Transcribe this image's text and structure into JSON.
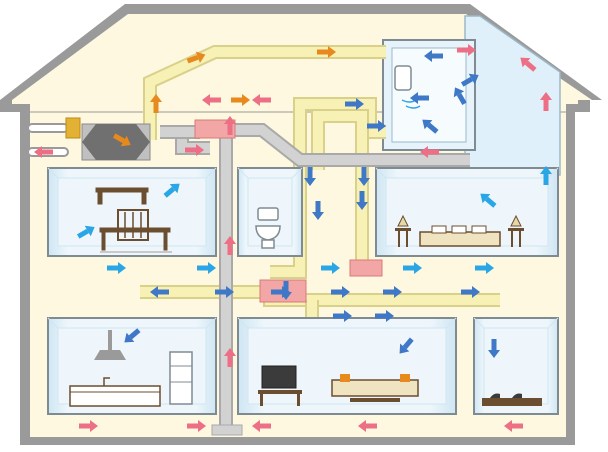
{
  "diagram": {
    "colors": {
      "background": "#ffffff",
      "house_fill": "#fdf8df",
      "house_outline": "#9a9a9a",
      "room_fill": "#eef6fb",
      "room_edge": "#cfe6f3",
      "room_outline": "#7f8b93",
      "upper_room_fill": "#dff0fa",
      "duct_supply": "#f7f1b5",
      "duct_supply_edge": "#d9d08a",
      "duct_exhaust": "#d2d2d2",
      "duct_exhaust_edge": "#a9a9a9",
      "unit_box": "#f3a6a6",
      "arrow_supply": "#3f78c7",
      "arrow_warm": "#ec6f85",
      "arrow_orange": "#e8891d",
      "arrow_cool": "#2aa6e6",
      "furniture": "#6b4d2f"
    },
    "rooms": [
      {
        "id": "hall",
        "icon": "dining-table-icon"
      },
      {
        "id": "toilet",
        "icon": "toilet-icon"
      },
      {
        "id": "bedroom",
        "icon": "bed-icon"
      },
      {
        "id": "kitchen",
        "icon": "kitchen-icon"
      },
      {
        "id": "living",
        "icon": "sofa-tv-icon"
      },
      {
        "id": "entrance",
        "icon": "shoes-icon"
      },
      {
        "id": "bathroom",
        "icon": "shower-icon"
      }
    ],
    "unit": {
      "icon": "heat-exchanger-icon"
    }
  }
}
